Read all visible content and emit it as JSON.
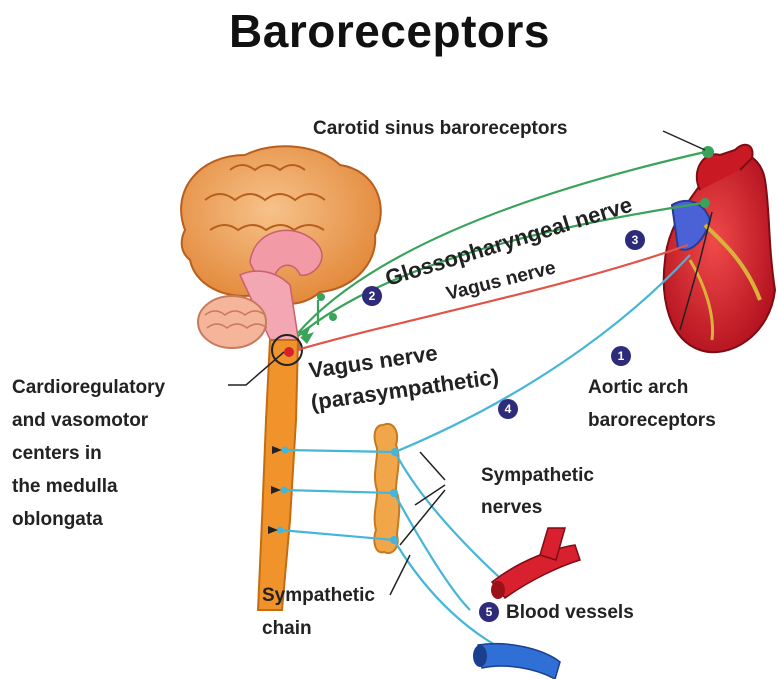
{
  "title": "Baroreceptors",
  "labels": {
    "carotid_sinus": "Carotid sinus baroreceptors",
    "glossopharyngeal": "Glossopharyngeal nerve",
    "vagus_upper": "Vagus nerve",
    "vagus_para_line1": "Vagus nerve",
    "vagus_para_line2": "(parasympathetic)",
    "cardio_line1": "Cardioregulatory",
    "cardio_line2": "and vasomotor",
    "cardio_line3": "centers in",
    "cardio_line4": "the medulla",
    "cardio_line5": "oblongata",
    "aortic_line1": "Aortic arch",
    "aortic_line2": "baroreceptors",
    "sympathetic_nerves_line1": "Sympathetic",
    "sympathetic_nerves_line2": "nerves",
    "sympathetic_chain_line1": "Sympathetic",
    "sympathetic_chain_line2": "chain",
    "blood_vessels": "Blood vessels"
  },
  "steps": [
    "1",
    "2",
    "3",
    "4",
    "5"
  ],
  "colors": {
    "green_nerve": "#3aa35a",
    "red_nerve": "#e0544a",
    "cyan_nerve": "#45b6d8",
    "step_circle": "#2e2c7a",
    "spinal_cord": "#f0932b",
    "brain_cortex": "#f0a35e",
    "heart_red": "#d8202e",
    "vessel_blue": "#2f6fd6"
  }
}
